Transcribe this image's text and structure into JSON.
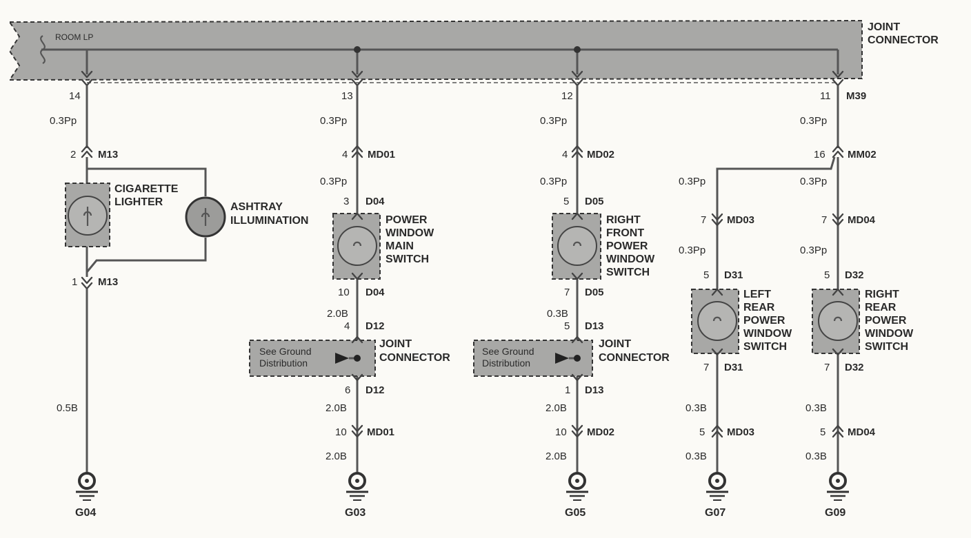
{
  "bus": {
    "label_line1": "JOINT",
    "label_line2": "CONNECTOR",
    "fuse_text": "ROOM LP"
  },
  "branch1": {
    "pin_top": "14",
    "wire1": "0.3Pp",
    "c1_pin": "2",
    "c1_name": "M13",
    "lighter_line1": "CIGARETTE",
    "lighter_line2": "LIGHTER",
    "ashtray_line1": "ASHTRAY",
    "ashtray_line2": "ILLUMINATION",
    "c2_pin": "1",
    "c2_name": "M13",
    "wire2": "0.5B",
    "ground": "G04"
  },
  "branch2": {
    "pin_top": "13",
    "wire1": "0.3Pp",
    "c1_pin": "4",
    "c1_name": "MD01",
    "wire2": "0.3Pp",
    "c2_pin": "3",
    "c2_name": "D04",
    "switch_line1": "POWER",
    "switch_line2": "WINDOW",
    "switch_line3": "MAIN",
    "switch_line4": "SWITCH",
    "c3_pin": "10",
    "c3_name": "D04",
    "wire3": "2.0B",
    "c4_pin": "4",
    "c4_name": "D12",
    "see_line1": "See Ground",
    "see_line2": "Distribution",
    "jc_line1": "JOINT",
    "jc_line2": "CONNECTOR",
    "c5_pin": "6",
    "c5_name": "D12",
    "wire4": "2.0B",
    "c6_pin": "10",
    "c6_name": "MD01",
    "wire5": "2.0B",
    "ground": "G03"
  },
  "branch3": {
    "pin_top": "12",
    "wire1": "0.3Pp",
    "c1_pin": "4",
    "c1_name": "MD02",
    "wire2": "0.3Pp",
    "c2_pin": "5",
    "c2_name": "D05",
    "switch_line1": "RIGHT",
    "switch_line2": "FRONT",
    "switch_line3": "POWER",
    "switch_line4": "WINDOW",
    "switch_line5": "SWITCH",
    "c3_pin": "7",
    "c3_name": "D05",
    "wire3": "0.3B",
    "c4_pin": "5",
    "c4_name": "D13",
    "see_line1": "See Ground",
    "see_line2": "Distribution",
    "jc_line1": "JOINT",
    "jc_line2": "CONNECTOR",
    "c5_pin": "1",
    "c5_name": "D13",
    "wire4": "2.0B",
    "c6_pin": "10",
    "c6_name": "MD02",
    "wire5": "2.0B",
    "ground": "G05"
  },
  "branch4": {
    "pin_top": "11",
    "top_name": "M39",
    "wire1": "0.3Pp",
    "mm_pin": "16",
    "mm_name": "MM02",
    "left": {
      "wire1": "0.3Pp",
      "c1_pin": "7",
      "c1_name": "MD03",
      "wire2": "0.3Pp",
      "c2_pin": "5",
      "c2_name": "D31",
      "switch_line1": "LEFT",
      "switch_line2": "REAR",
      "switch_line3": "POWER",
      "switch_line4": "WINDOW",
      "switch_line5": "SWITCH",
      "c3_pin": "7",
      "c3_name": "D31",
      "wire3": "0.3B",
      "c4_pin": "5",
      "c4_name": "MD03",
      "wire4": "0.3B",
      "ground": "G07"
    },
    "right": {
      "wire1": "0.3Pp",
      "c1_pin": "7",
      "c1_name": "MD04",
      "wire2": "0.3Pp",
      "c2_pin": "5",
      "c2_name": "D32",
      "switch_line1": "RIGHT",
      "switch_line2": "REAR",
      "switch_line3": "POWER",
      "switch_line4": "WINDOW",
      "switch_line5": "SWITCH",
      "c3_pin": "7",
      "c3_name": "D32",
      "wire3": "0.3B",
      "c4_pin": "5",
      "c4_name": "MD04",
      "wire4": "0.3B",
      "ground": "G09"
    }
  }
}
